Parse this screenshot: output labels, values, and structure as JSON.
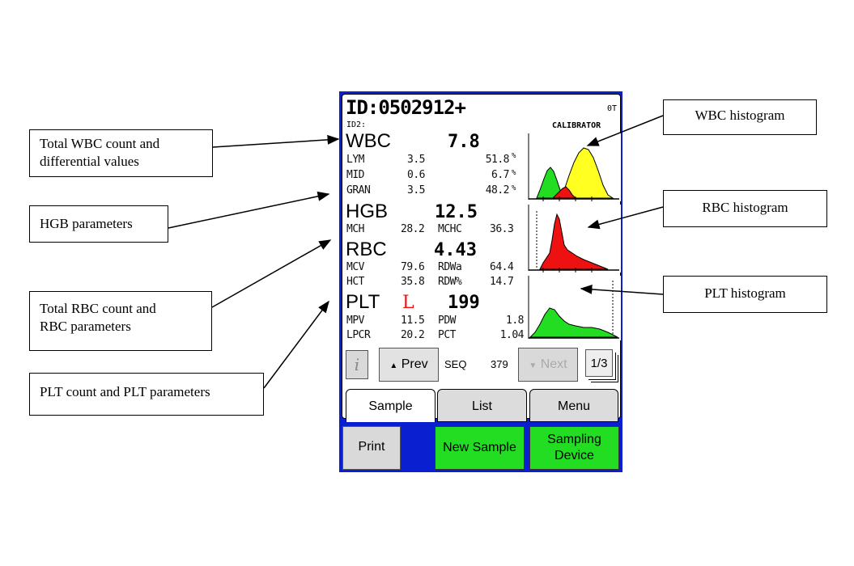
{
  "callouts": {
    "wbc_line1": "Total WBC count and",
    "wbc_line2": "differential values",
    "hgb": "HGB parameters",
    "rbc_line1": "Total RBC count and",
    "rbc_line2": "RBC parameters",
    "plt": "PLT count and PLT parameters",
    "wbc_hist": "WBC histogram",
    "rbc_hist": "RBC histogram",
    "plt_hist": "PLT histogram"
  },
  "screen": {
    "id_label": "ID:",
    "id_value": "0502912+",
    "ot": "0T",
    "id2": "ID2:",
    "mode": "CALIBRATOR",
    "wbc": {
      "label": "WBC",
      "value": "7.8",
      "rows": [
        {
          "name": "LYM",
          "abs": "3.5",
          "pct": "51.8",
          "unit": "%"
        },
        {
          "name": "MID",
          "abs": "0.6",
          "pct": "6.7",
          "unit": "%"
        },
        {
          "name": "GRAN",
          "abs": "3.5",
          "pct": "48.2",
          "unit": "%"
        }
      ]
    },
    "hgb": {
      "label": "HGB",
      "value": "12.5",
      "p1": "MCH",
      "v1": "28.2",
      "p2": "MCHC",
      "v2": "36.3"
    },
    "rbc": {
      "label": "RBC",
      "value": "4.43",
      "rows": [
        {
          "p1": "MCV",
          "v1": "79.6",
          "p2": "RDWa",
          "v2": "64.4"
        },
        {
          "p1": "HCT",
          "v1": "35.8",
          "p2": "RDW%",
          "v2": "14.7"
        }
      ]
    },
    "plt": {
      "label": "PLT",
      "flag": "L",
      "value": "199",
      "rows": [
        {
          "p1": "MPV",
          "v1": "11.5",
          "p2": "PDW",
          "v2": "1.8"
        },
        {
          "p1": "LPCR",
          "v1": "20.2",
          "p2": "PCT",
          "v2": "1.04"
        }
      ]
    },
    "nav": {
      "info": "i",
      "prev": "Prev",
      "seq_label": "SEQ",
      "seq_value": "379",
      "next": "Next",
      "page": "1/3"
    },
    "tabs": [
      "Sample",
      "List",
      "Menu"
    ],
    "actions": {
      "print": "Print",
      "new_sample": "New Sample",
      "sampling_line1": "Sampling",
      "sampling_line2": "Device"
    }
  },
  "colors": {
    "screen_bg": "#0a1fcf",
    "green": "#22dd22",
    "red": "#ee1111",
    "yellow": "#ffff22",
    "flag": "#ee1111"
  }
}
